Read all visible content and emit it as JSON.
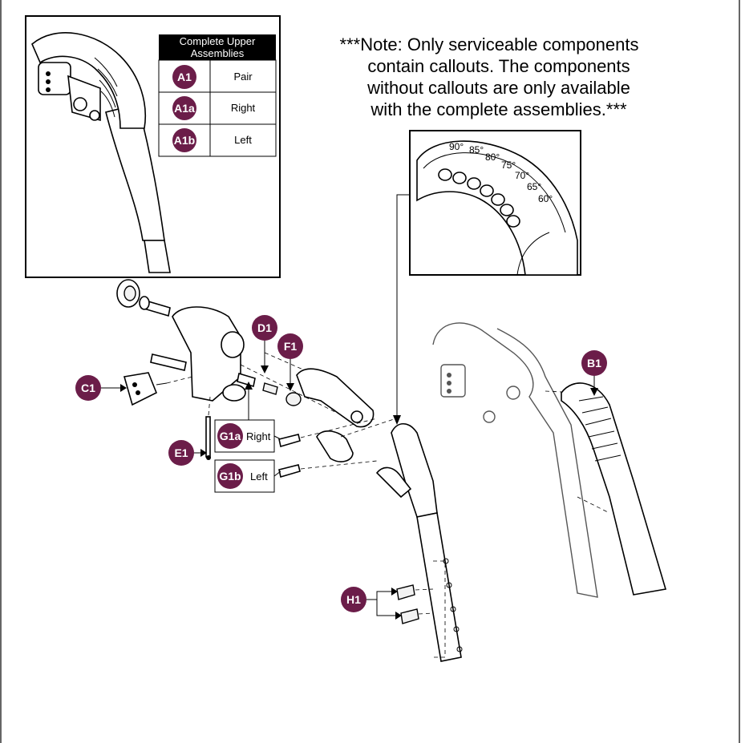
{
  "note": {
    "lines": [
      "***Note: Only serviceable components",
      "contain callouts. The components",
      "without callouts are only available",
      "with the complete assemblies.***"
    ]
  },
  "assembly_table": {
    "header_line1": "Complete Upper",
    "header_line2": "Assemblies",
    "rows": [
      {
        "callout": "A1",
        "label": "Pair"
      },
      {
        "callout": "A1a",
        "label": "Right"
      },
      {
        "callout": "A1b",
        "label": "Left"
      }
    ]
  },
  "angle_detail": {
    "angles": [
      "90°",
      "85°",
      "80°",
      "75°",
      "70°",
      "65°",
      "60°"
    ]
  },
  "callouts": {
    "b1": "B1",
    "c1": "C1",
    "d1": "D1",
    "e1": "E1",
    "f1": "F1",
    "g1a": "G1a",
    "g1b": "G1b",
    "h1": "H1"
  },
  "side_labels": {
    "g1a": "Right",
    "g1b": "Left"
  },
  "colors": {
    "callout_fill": "#6b1d49",
    "table_header_fill": "#000000"
  }
}
